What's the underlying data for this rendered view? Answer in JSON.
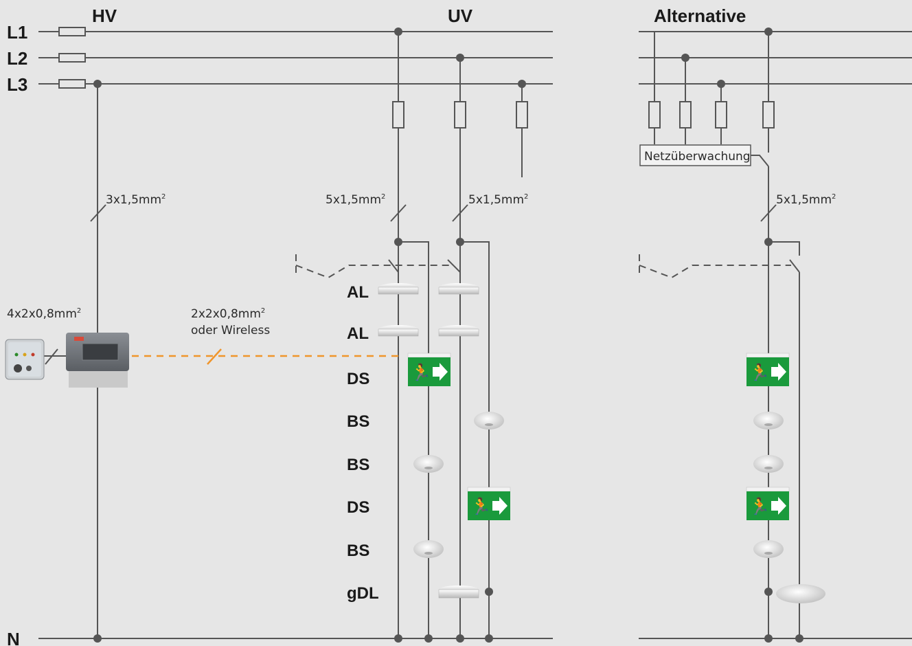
{
  "phases": [
    "L1",
    "L2",
    "L3"
  ],
  "neutral": "N",
  "sections": {
    "main": "HV",
    "sub": "UV",
    "alt": "Alternative"
  },
  "cables": {
    "main_feed": "3x1,5mm",
    "uv_left": "5x1,5mm",
    "uv_right": "5x1,5mm",
    "alt": "5x1,5mm",
    "panel": "4x2x0,8mm",
    "bus_line1": "2x2x0,8mm",
    "bus_line2": "oder Wireless",
    "superscript": "2"
  },
  "monitor_box": "Netzüberwachung",
  "rows": [
    "AL",
    "AL",
    "DS",
    "BS",
    "BS",
    "DS",
    "BS",
    "gDL"
  ],
  "colors": {
    "wire": "#555555",
    "bus": "#f0952b",
    "sign": "#1a9a3c",
    "background": "#e6e6e6"
  }
}
